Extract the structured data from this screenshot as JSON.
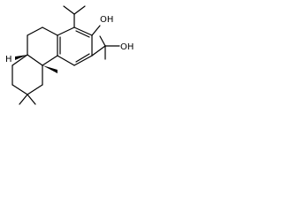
{
  "labels": {
    "oh_phenol": "OH",
    "oh_alcohol": "OH",
    "h_ring": "H"
  }
}
